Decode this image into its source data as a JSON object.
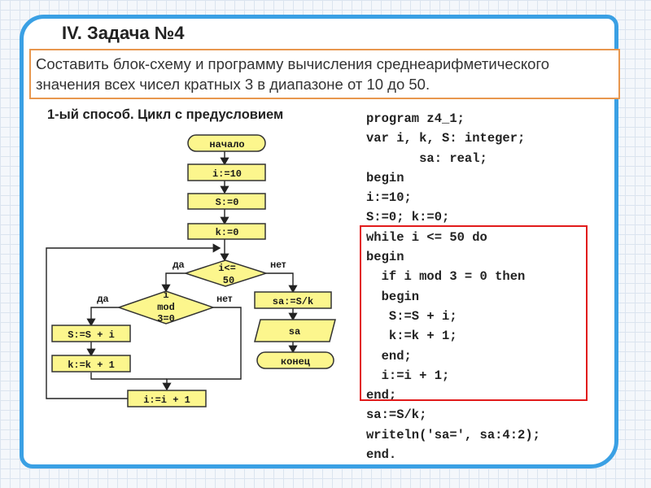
{
  "slide": {
    "title": "IV. Задача №4",
    "task": "Составить блок-схему и программу вычисления среднеарифметического значения всех чисел кратных 3 в диапазоне от 10 до 50.",
    "method": "1-ый способ. Цикл с предусловием"
  },
  "flowchart": {
    "start": "начало",
    "assign_i": "i:=10",
    "assign_s": "S:=0",
    "assign_k": "k:=0",
    "cond_loop_line1": "i<=",
    "cond_loop_line2": "50",
    "cond_mod_line1": "i",
    "cond_mod_line2": "mod",
    "cond_mod_line3": "3=0",
    "add_s": "S:=S + i",
    "inc_k": "k:=k + 1",
    "inc_i": "i:=i + 1",
    "calc_sa": "sa:=S/k",
    "output": "sa",
    "end": "конец",
    "yes_loop": "да",
    "no_loop": "нет",
    "yes_mod": "да",
    "no_mod": "нет"
  },
  "code": {
    "lines": [
      "program z4_1;",
      "var i, k, S: integer;",
      "       sa: real;",
      "begin",
      "i:=10;",
      "S:=0; k:=0;",
      "while i <= 50 do",
      "begin",
      "  if i mod 3 = 0 then",
      "  begin",
      "   S:=S + i;",
      "   k:=k + 1;",
      "  end;",
      "  i:=i + 1;",
      "end;",
      "sa:=S/k;",
      "writeln('sa=', sa:4:2);",
      "end."
    ]
  },
  "colors": {
    "block_fill": "#fcf68d",
    "frame": "#3aa0e4",
    "task_border": "#e8974e",
    "highlight": "#e11a1a"
  }
}
